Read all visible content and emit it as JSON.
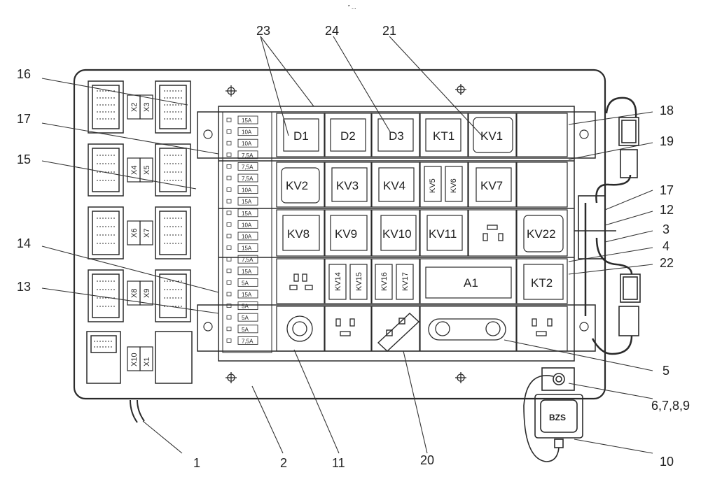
{
  "top_mark": "″ ...",
  "callouts": {
    "c23": "23",
    "c24": "24",
    "c21": "21",
    "c16": "16",
    "c17a": "17",
    "c15": "15",
    "c14": "14",
    "c13": "13",
    "c18": "18",
    "c19": "19",
    "c17b": "17",
    "c12": "12",
    "c3": "3",
    "c4": "4",
    "c22": "22",
    "c5": "5",
    "c6789": "6,7,8,9",
    "c10": "10",
    "c1": "1",
    "c2": "2",
    "c11": "11",
    "c20": "20"
  },
  "connectors": {
    "x2": "X2",
    "x3": "X3",
    "x4": "X4",
    "x5": "X5",
    "x6": "X6",
    "x7": "X7",
    "x8": "X8",
    "x9": "X9",
    "x10": "X10",
    "x11": "X1"
  },
  "fuses": [
    "15A",
    "10A",
    "10A",
    "7,5A",
    "7,5A",
    "7,5A",
    "10A",
    "15A",
    "15A",
    "10A",
    "10A",
    "15A",
    "7,5A",
    "15A",
    "5A",
    "15A",
    "5A",
    "5A",
    "5A",
    "7,5A"
  ],
  "modules": {
    "d1": "D1",
    "d2": "D2",
    "d3": "D3",
    "kt1": "KT1",
    "kv1": "KV1",
    "kv2": "KV2",
    "kv3": "KV3",
    "kv4": "KV4",
    "kv5": "KV5",
    "kv6": "KV6",
    "kv7": "KV7",
    "kv8": "KV8",
    "kv9": "KV9",
    "kv10": "KV10",
    "kv11": "KV11",
    "kv22": "KV22",
    "kv14": "KV14",
    "kv15": "KV15",
    "kv16": "KV16",
    "kv17": "KV17",
    "a1": "A1",
    "kt2": "KT2"
  },
  "bzs": "BZS"
}
